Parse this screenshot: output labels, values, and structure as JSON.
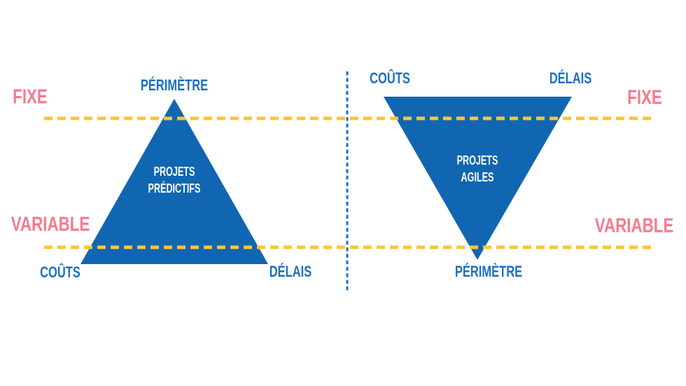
{
  "colors": {
    "triangle_blue": "#1166b1",
    "label_blue": "#1b70c4",
    "accent_pink": "#f7798f",
    "dash_yellow": "#fbc43d",
    "divider_blue": "#1b70c4",
    "background": "#ffffff"
  },
  "left_diagram": {
    "top_label": "PÉRIMÈTRE",
    "center_line1": "PROJETS",
    "center_line2": "PRÉDICTIFS",
    "bottom_left_label": "COÛTS",
    "bottom_right_label": "DÉLAIS"
  },
  "right_diagram": {
    "top_left_label": "COÛTS",
    "top_right_label": "DÉLAIS",
    "center_line1": "PROJETS",
    "center_line2": "AGILES",
    "bottom_label": "PÉRIMÈTRE"
  },
  "side_labels": {
    "left_fixed": "FIXE",
    "left_variable": "VARIABLE",
    "right_fixed": "FIXE",
    "right_variable": "VARIABLE"
  }
}
